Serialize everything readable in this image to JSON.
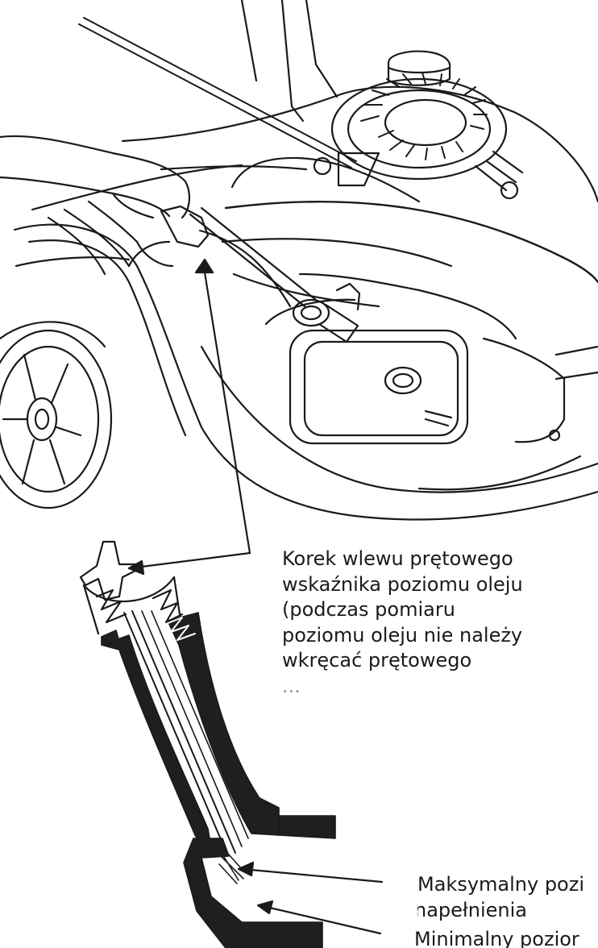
{
  "diagram": {
    "labels": {
      "dipstick_cap": {
        "lines": [
          "Korek wlewu prętowego",
          "wskaźnika poziomu oleju",
          "(podczas pomiaru",
          "poziomu oleju nie należy",
          "wkręcać prętowego",
          "..."
        ]
      },
      "max_level": {
        "lines": [
          "Maksymalny pozi",
          "napełnienia"
        ]
      },
      "min_level": {
        "lines": [
          "Minimalny pozior"
        ]
      }
    },
    "icons": [
      "lawn-mower-illustration",
      "hand-icon",
      "dipstick-icon",
      "oil-filler-neck-icon",
      "arrow-icon"
    ],
    "colors": {
      "ink": "#1a1a1a",
      "background": "#ffffff",
      "neck_fill": "#1f1f1f"
    }
  }
}
